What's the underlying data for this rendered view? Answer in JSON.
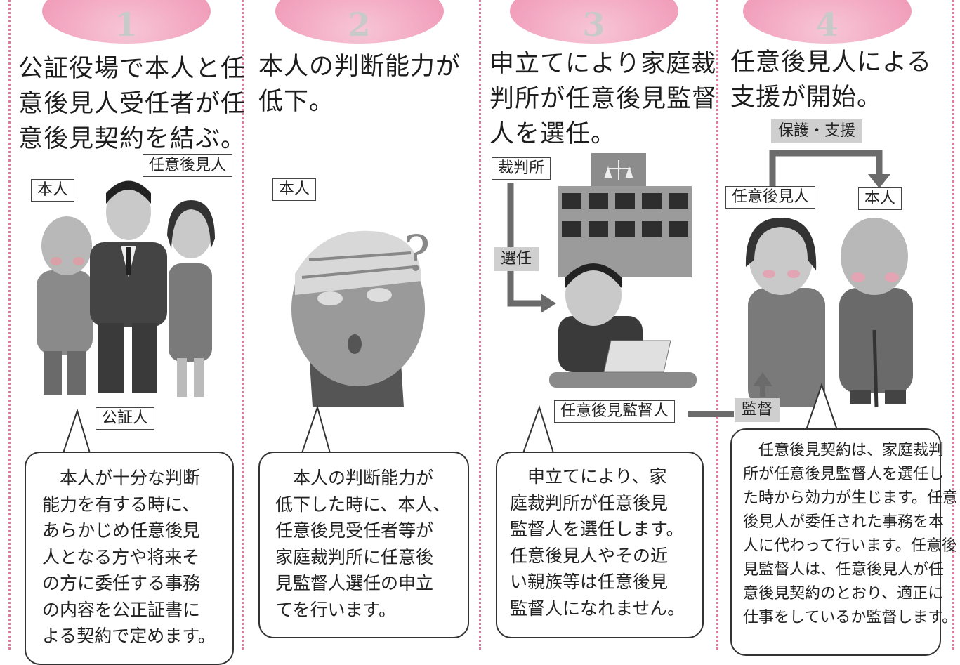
{
  "panels": [
    {
      "number": "1",
      "heading_lines": [
        "公証役場で本人と任",
        "意後見人受任者が任",
        "意後見契約を結ぶ。"
      ],
      "labels": {
        "principal": "本人",
        "guardian": "任意後見人",
        "notary": "公証人"
      },
      "bubble_lines": [
        "　本人が十分な判断",
        "能力を有する時に、",
        "あらかじめ任意後見",
        "人となる方や将来そ",
        "の方に委任する事務",
        "の内容を公正証書に",
        "よる契約で定めます。"
      ]
    },
    {
      "number": "2",
      "heading_lines": [
        "本人の判断能力が",
        "低下。"
      ],
      "labels": {
        "principal": "本人"
      },
      "bubble_lines": [
        "　本人の判断能力が",
        "低下した時に、本人、",
        "任意後見受任者等が",
        "家庭裁判所に任意後",
        "見監督人選任の申立",
        "てを行います。"
      ]
    },
    {
      "number": "3",
      "heading_lines": [
        "申立てにより家庭裁",
        "判所が任意後見監督",
        "人を選任。"
      ],
      "labels": {
        "court": "裁判所",
        "appoint": "選任",
        "supervisor": "任意後見監督人"
      },
      "bubble_lines": [
        "　申立てにより、家",
        "庭裁判所が任意後見",
        "監督人を選任します。",
        "任意後見人やその近",
        "い親族等は任意後見",
        "監督人になれません。"
      ]
    },
    {
      "number": "4",
      "heading_lines": [
        "任意後見人による",
        "支援が開始。"
      ],
      "labels": {
        "protect": "保護・支援",
        "guardian": "任意後見人",
        "principal": "本人",
        "supervise": "監督"
      },
      "bubble_lines": [
        "　任意後見契約は、家庭裁判",
        "所が任意後見監督人を選任し",
        "た時から効力が生じます。任意",
        "後見人が委任された事務を本",
        "人に代わって行います。任意後",
        "見監督人は、任意後見人が任",
        "意後見契約のとおり、適正に",
        "仕事をしているか監督します。"
      ]
    }
  ],
  "colors": {
    "accent_pink": "#ee93b2",
    "divider": "#e27a9a",
    "tag_gray": "#cfcfcf"
  }
}
